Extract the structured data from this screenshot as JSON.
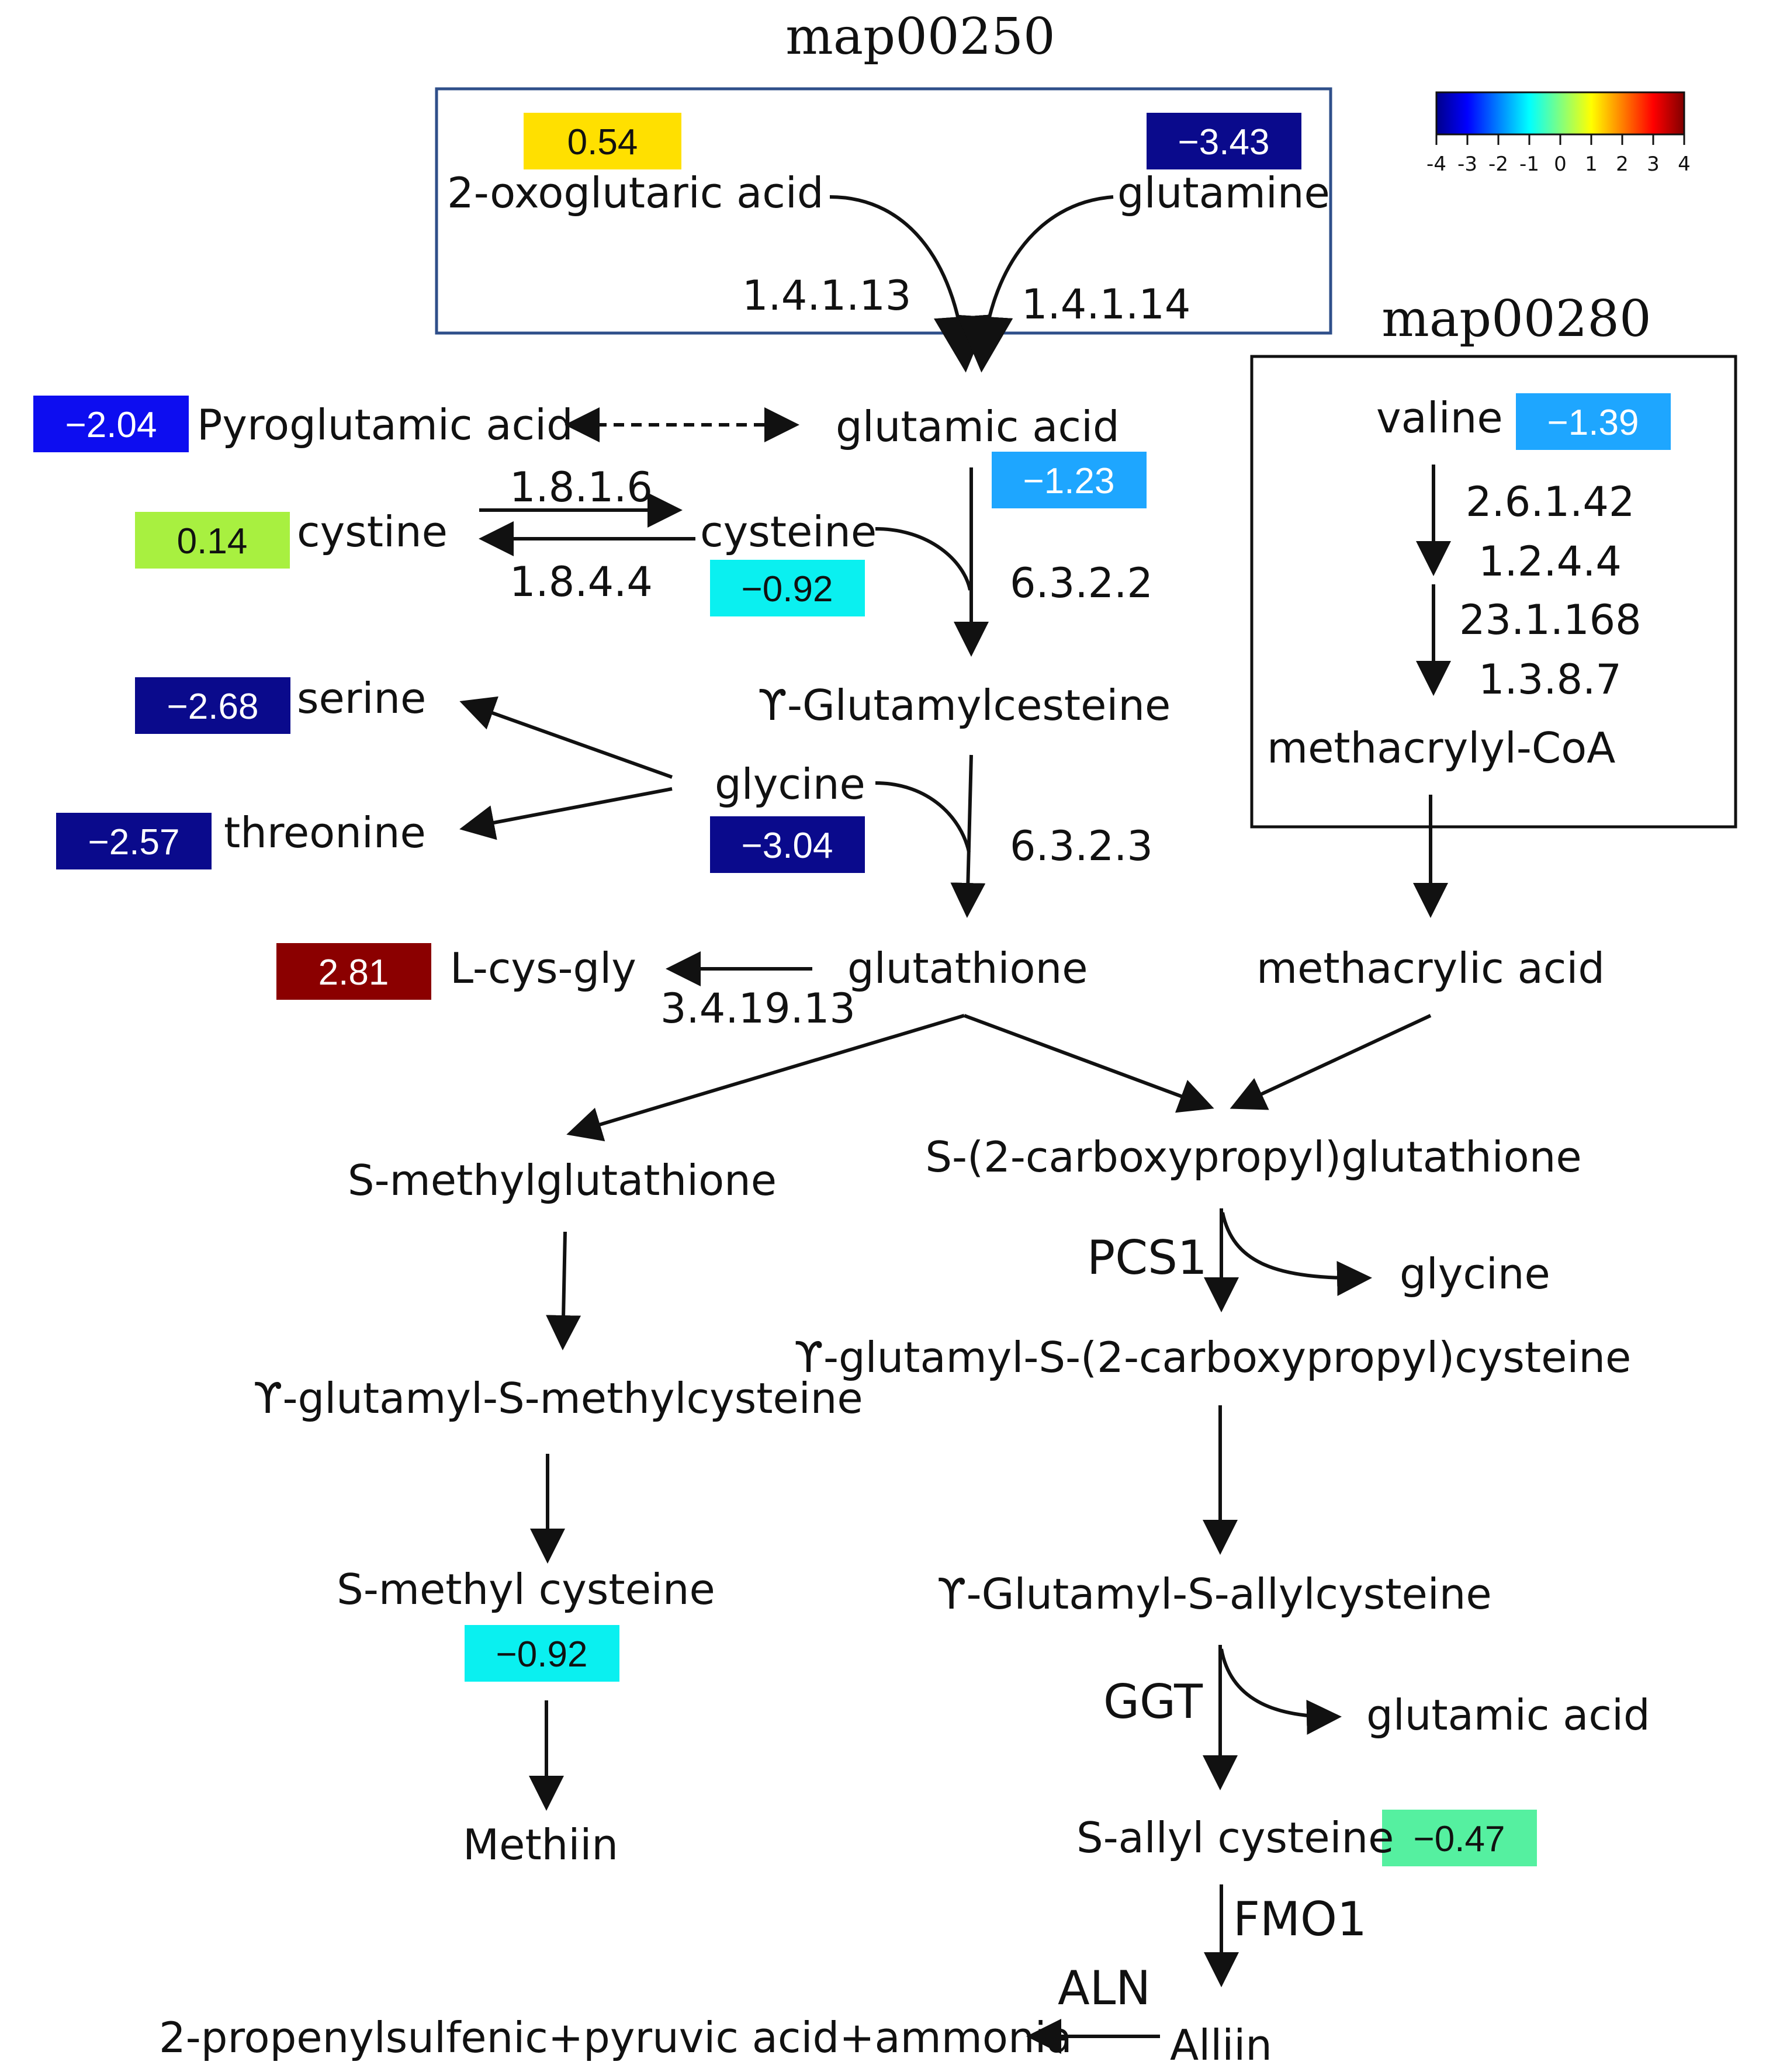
{
  "maps": {
    "map00250": "map00250",
    "map00280": "map00280"
  },
  "colorbar": {
    "ticks": [
      "-4",
      "-3",
      "-2",
      "-1",
      "0",
      "1",
      "2",
      "3",
      "4"
    ],
    "colors": [
      "#00008b",
      "#0000ff",
      "#0080ff",
      "#00ffff",
      "#80ff80",
      "#ffff00",
      "#ff8000",
      "#ff0000",
      "#800000"
    ]
  },
  "compounds": {
    "oxoglutaric": "2-oxoglutaric  acid",
    "glutamine": "glutamine",
    "glutamic_acid": "glutamic acid",
    "pyroglutamic": "Pyroglutamic acid",
    "cystine": "cystine",
    "cysteine": "cysteine",
    "serine": "serine",
    "threonine": "threonine",
    "glycine": "glycine",
    "glutamylcysteine": "ϒ-Glutamylcesteine",
    "glutathione": "glutathione",
    "lcysgly": "L-cys-gly",
    "valine": "valine",
    "methacrylyl_coa": "methacrylyl-CoA",
    "methacrylic_acid": "methacrylic acid",
    "s_methylglutathione": "S-methylglutathione",
    "s_carboxypropyl_gsh": "S-(2-carboxypropyl)glutathione",
    "glycine_out": "glycine",
    "glutamyl_s_carboxypropylcys": "ϒ-glutamyl-S-(2-carboxypropyl)cysteine",
    "glutamyl_s_methylcys": "ϒ-glutamyl-S-methylcysteine",
    "s_methyl_cys": "S-methyl cysteine",
    "methiin": "Methiin",
    "glutamyl_s_allylcys": "ϒ-Glutamyl-S-allylcysteine",
    "glutamic_acid_out": "glutamic acid",
    "s_allyl_cys": "S-allyl cysteine",
    "alliin": "Alliin",
    "products": "2-propenylsulfenic+pyruvic acid+ammonia"
  },
  "enzymes": {
    "e_1_4_1_13": "1.4.1.13",
    "e_1_4_1_14": "1.4.1.14",
    "e_1_8_1_6": "1.8.1.6",
    "e_1_8_4_4": "1.8.4.4",
    "e_6_3_2_2": "6.3.2.2",
    "e_6_3_2_3": "6.3.2.3",
    "e_3_4_19_13": "3.4.19.13",
    "e_2_6_1_42": "2.6.1.42",
    "e_1_2_4_4": "1.2.4.4",
    "e_23_1_168": "23.1.168",
    "e_1_3_8_7": "1.3.8.7",
    "pcs1": "PCS1",
    "ggt": "GGT",
    "fmo1": "FMO1",
    "aln": "ALN"
  },
  "values": {
    "oxoglutaric": "0.54",
    "glutamine": "−3.43",
    "pyroglutamic": "−2.04",
    "glutamic_acid": "−1.23",
    "cystine": "0.14",
    "cysteine": "−0.92",
    "serine": "−2.68",
    "threonine": "−2.57",
    "glycine": "−3.04",
    "lcysgly": "2.81",
    "valine": "−1.39",
    "s_methyl_cys": "−0.92",
    "s_allyl_cys": "−0.47"
  },
  "value_colors": {
    "oxoglutaric": "#ffe000",
    "glutamine": "#0a0a8c",
    "pyroglutamic": "#0d0df0",
    "glutamic_acid": "#1ea6ff",
    "cystine": "#a8f040",
    "cysteine": "#0af0f0",
    "serine": "#0a0a8c",
    "threonine": "#0a0a8c",
    "glycine": "#0a0a8c",
    "lcysgly": "#8b0000",
    "valine": "#1ea6ff",
    "s_methyl_cys": "#0af0f0",
    "s_allyl_cys": "#55f0a0"
  }
}
